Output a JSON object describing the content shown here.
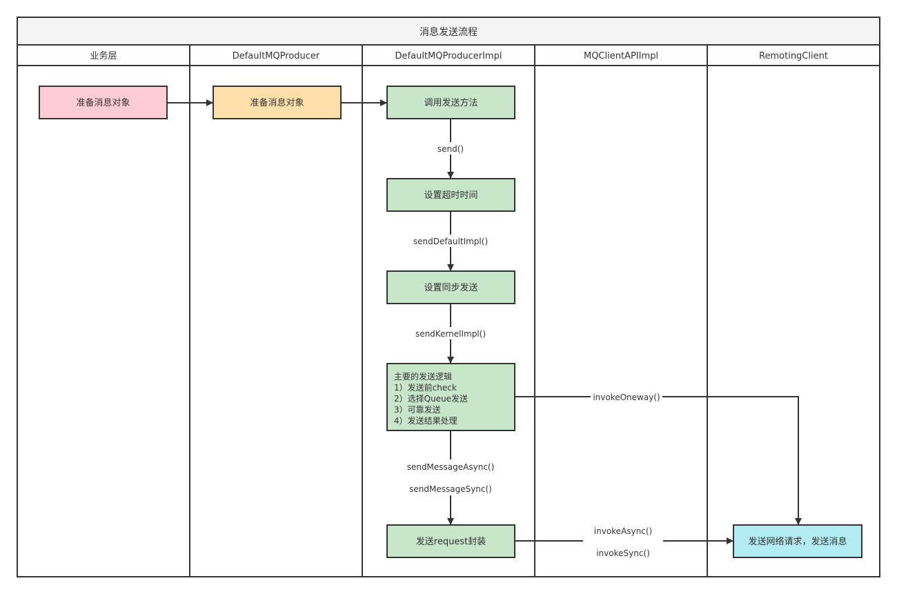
{
  "title": "消息发送流程",
  "lanes": [
    {
      "label": "业务层"
    },
    {
      "label": "DefaultMQProducer"
    },
    {
      "label": "DefaultMQProducerImpl"
    },
    {
      "label": "MQClientAPIImpl"
    },
    {
      "label": "RemotingClient"
    }
  ],
  "boxes": {
    "prepare_biz": {
      "label": "准备消息对象",
      "color": "#ffccd5"
    },
    "prepare_producer": {
      "label": "准备消息对象",
      "color": "#ffe0a8"
    },
    "call_send": {
      "label": "调用发送方法",
      "color": "#c8e6c9"
    },
    "set_timeout": {
      "label": "设置超时时间",
      "color": "#c8e6c9"
    },
    "set_sync": {
      "label": "设置同步发送",
      "color": "#c8e6c9"
    },
    "main_logic": {
      "lines": [
        "主要的发送逻辑",
        "1）发送前check",
        "2）选择Queue发送",
        "3）可靠发送",
        "4）发送结果处理"
      ],
      "color": "#c8e6c9"
    },
    "request_wrap": {
      "label": "发送request封装",
      "color": "#c8e6c9"
    },
    "network_send": {
      "label": "发送网络请求，发送消息",
      "color": "#b3ebf2"
    }
  },
  "edges": {
    "send": "send()",
    "send_default_impl": "sendDefaultImpl()",
    "send_kernel_impl": "sendKernelImpl()",
    "send_message_async": "sendMessageAsync()",
    "send_message_sync": "sendMessageSync()",
    "invoke_oneway": "invokeOneway()",
    "invoke_async": "invokeAsync()",
    "invoke_sync": "invokeSync()"
  }
}
